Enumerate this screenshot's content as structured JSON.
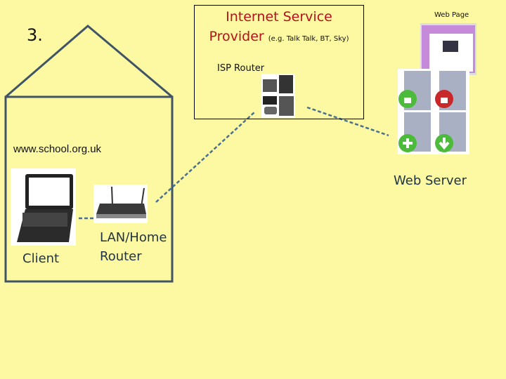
{
  "slide_number": "3.",
  "isp": {
    "title_line1": "Internet Service",
    "title_line2": "Provider",
    "examples": "(e.g. Talk Talk, BT, Sky)",
    "router_label": "ISP Router"
  },
  "web_page_label": "Web Page",
  "url": "www.school.org.uk",
  "web_server_label": "Web Server",
  "client_label": "Client",
  "lan_router_label": {
    "line1": "LAN/Home",
    "line2": "Router"
  },
  "colors": {
    "background": "#fdf8a2",
    "house": "#3f5466",
    "isp_title": "#b5121b",
    "link": "#4a7090"
  }
}
